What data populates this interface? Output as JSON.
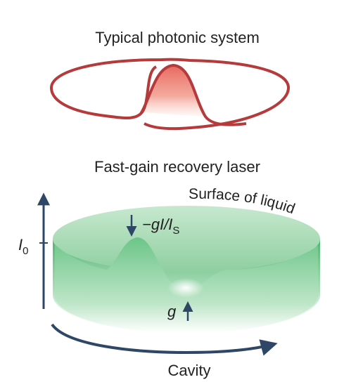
{
  "top_panel": {
    "title": "Typical photonic system"
  },
  "bottom_panel": {
    "title": "Fast-gain recovery laser",
    "surface_label": [
      "S",
      "u",
      "r",
      "f",
      "a",
      "c",
      "e",
      " ",
      "o",
      "f",
      " ",
      "l",
      "i",
      "q",
      "u",
      "i",
      "d"
    ],
    "loss_label_prefix": "−gI/I",
    "loss_label_sub": "S",
    "gain_label": "g",
    "intensity_label": "I",
    "intensity_sub": "0",
    "cavity_label": "Cavity"
  },
  "colors": {
    "ring": "#b53a3c",
    "pulse": "#ee7a6e",
    "liquid": "#5cbf7c",
    "axis": "#2e4766"
  }
}
